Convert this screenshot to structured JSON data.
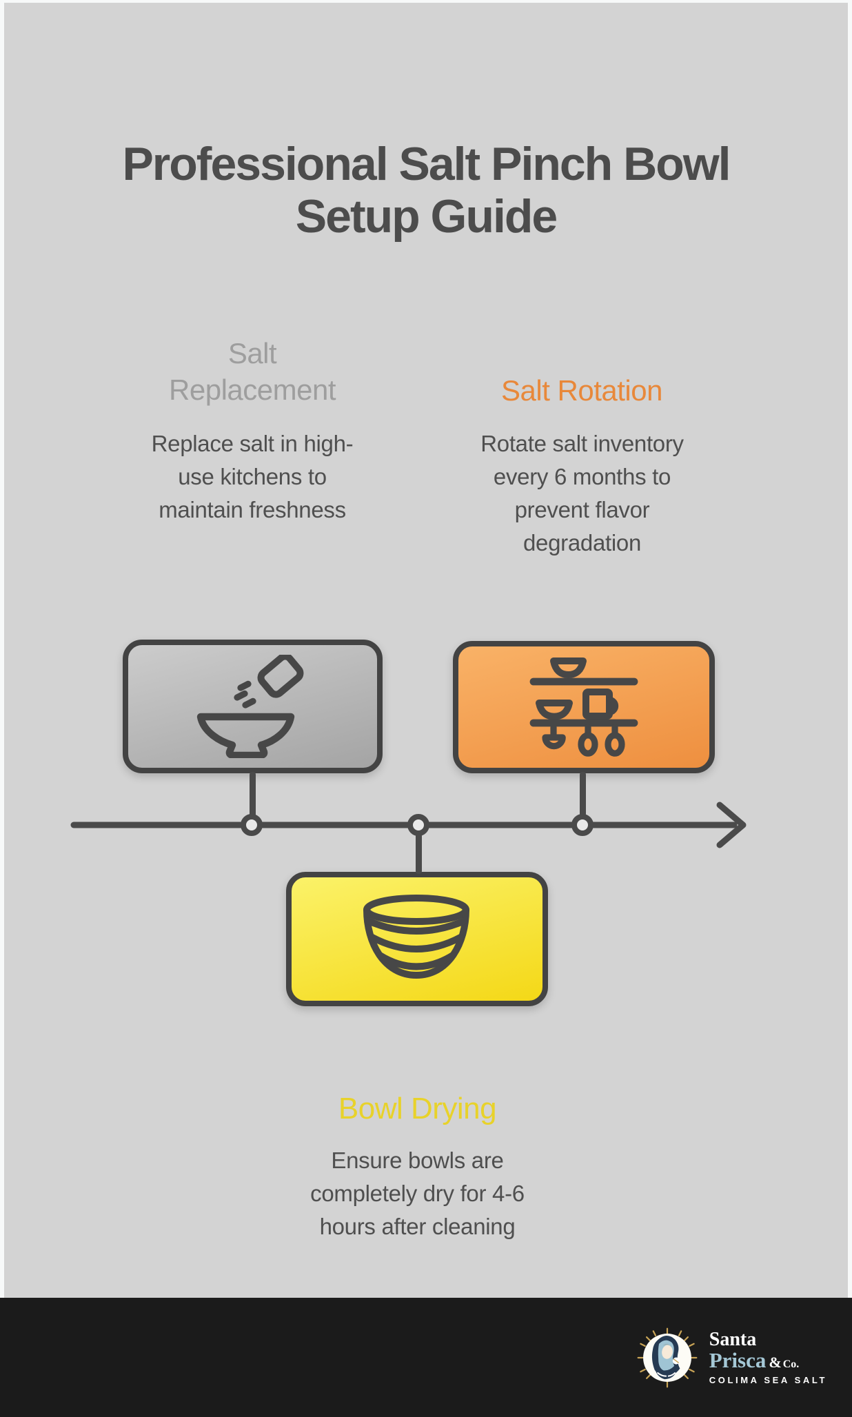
{
  "page": {
    "title": "Professional Salt Pinch Bowl Setup Guide",
    "background_color": "#d3d3d3",
    "footer_color": "#1b1b1b",
    "stroke_color": "#474747"
  },
  "steps": [
    {
      "label": "Salt Replacement",
      "description": "Replace salt in high-use kitchens to maintain freshness",
      "accent_color": "#9e9e9e",
      "card_gradient": [
        "#cccccc",
        "#a4a4a4"
      ],
      "icon": "salt-pour-bowl-icon"
    },
    {
      "label": "Salt Rotation",
      "description": "Rotate salt inventory every 6 months to prevent flavor degradation",
      "accent_color": "#e8883a",
      "card_gradient": [
        "#f9b267",
        "#ee8f3f"
      ],
      "icon": "kitchen-shelf-icon"
    },
    {
      "label": "Bowl Drying",
      "description": "Ensure bowls are completely dry for 4-6 hours after cleaning",
      "accent_color": "#e8d22a",
      "card_gradient": [
        "#fbf269",
        "#f4d817"
      ],
      "icon": "stacked-bowls-icon"
    }
  ],
  "timeline": {
    "node_count": 3,
    "direction": "left-to-right-arrow"
  },
  "footer": {
    "brand_name_line1": "Santa",
    "brand_name_line2": "Prisca",
    "brand_suffix_amp": "&",
    "brand_suffix_co": "Co.",
    "tagline": "COLIMA SEA SALT",
    "logo": "santa-prisca-madonna-emblem-icon"
  }
}
